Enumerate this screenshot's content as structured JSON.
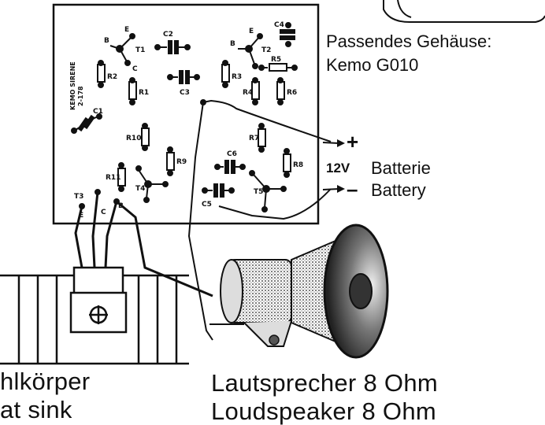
{
  "case": {
    "line1": "Passendes Gehäuse:",
    "line2": "Kemo G010"
  },
  "battery": {
    "plus": "+",
    "minus": "–",
    "voltage": "12V",
    "label_de": "Batterie",
    "label_en": "Battery"
  },
  "heatsink": {
    "label_de": "hlkörper",
    "label_en": "at sink"
  },
  "speaker": {
    "label_de": "Lautsprecher 8 Ohm",
    "label_en": "Loudspeaker 8 Ohm"
  },
  "pcb": {
    "title": "KEMO SIRENE",
    "code": "2-178",
    "components": {
      "t1": "T1",
      "t2": "T2",
      "t3": "T3",
      "t4": "T4",
      "t5": "T5",
      "c1": "C1",
      "c2": "C2",
      "c3": "C3",
      "c4": "C4",
      "c5": "C5",
      "c6": "C6",
      "r1": "R1",
      "r2": "R2",
      "r3": "R3",
      "r4": "R4",
      "r5": "R5",
      "r6": "R6",
      "r7": "R7",
      "r8": "R8",
      "r9": "R9",
      "r10": "R10",
      "r11": "R11",
      "pin_e": "E",
      "pin_b": "B",
      "pin_c": "C"
    }
  }
}
